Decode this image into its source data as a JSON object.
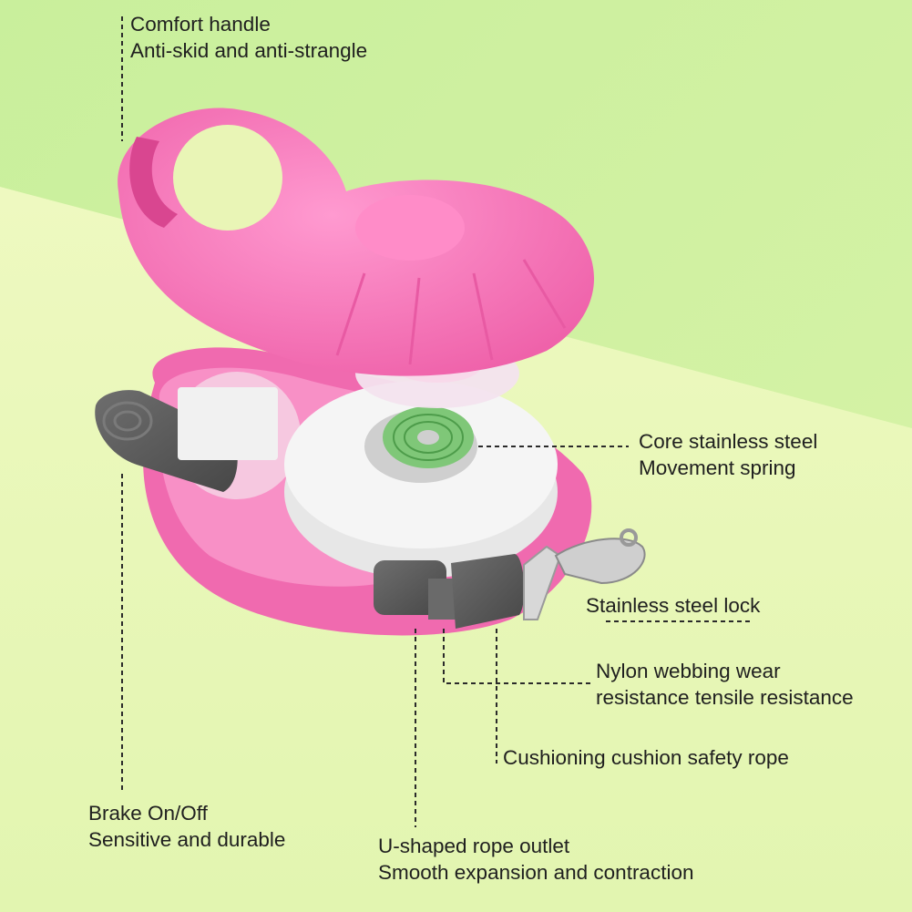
{
  "labels": {
    "handle": {
      "line1": "Comfort handle",
      "line2": "Anti-skid and anti-strangle"
    },
    "spring": {
      "line1": "Core stainless steel",
      "line2": "Movement spring"
    },
    "lock": {
      "line1": "Stainless steel lock"
    },
    "webbing": {
      "line1": "Nylon webbing wear",
      "line2": "resistance tensile resistance"
    },
    "cushion": {
      "line1": "Cushioning cushion safety rope"
    },
    "brake": {
      "line1": "Brake On/Off",
      "line2": "Sensitive and durable"
    },
    "outlet": {
      "line1": "U-shaped rope outlet",
      "line2": "Smooth expansion and contraction"
    }
  },
  "colors": {
    "background_top": "#cdf0a0",
    "background_bottom": "#e6f7b5",
    "shell_pink": "#f77fc0",
    "shell_dark_pink": "#e8559f",
    "button_gray": "#5d5d5d",
    "reel_white": "#f1f1f1",
    "spring_green": "#6fbf6a"
  }
}
